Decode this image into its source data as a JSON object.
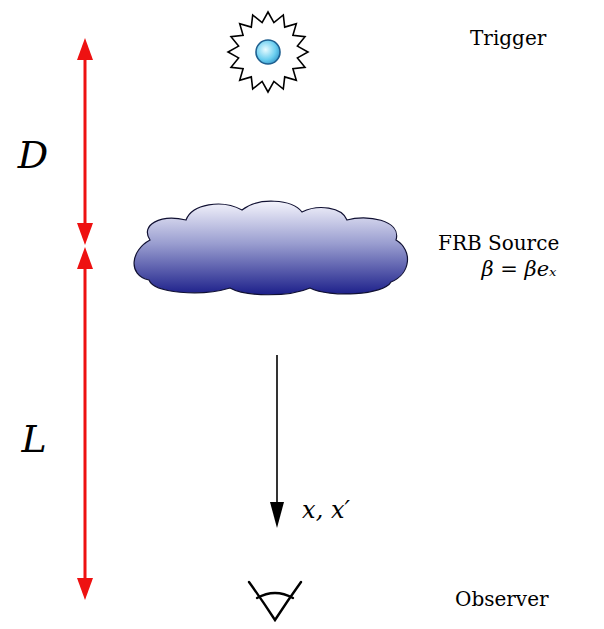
{
  "diagram": {
    "labels": [
      "Trigger",
      "D",
      "FRB Source",
      "β = βeₓ",
      "L",
      "x, x′",
      "Observer"
    ]
  }
}
